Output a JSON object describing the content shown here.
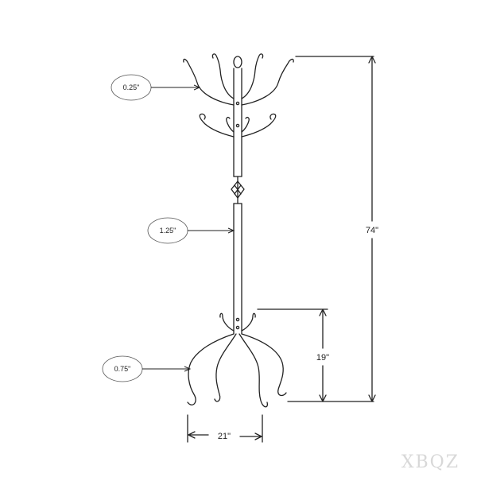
{
  "callouts": {
    "top_tube": "0.25\"",
    "pole": "1.25\"",
    "leg": "0.75\""
  },
  "dimensions": {
    "height": "74\"",
    "base_height": "19\"",
    "base_width": "21\""
  },
  "watermark": "XBQZ",
  "colors": {
    "line": "#222222",
    "callout_stroke": "#555555",
    "watermark": "#d8d8d8"
  }
}
